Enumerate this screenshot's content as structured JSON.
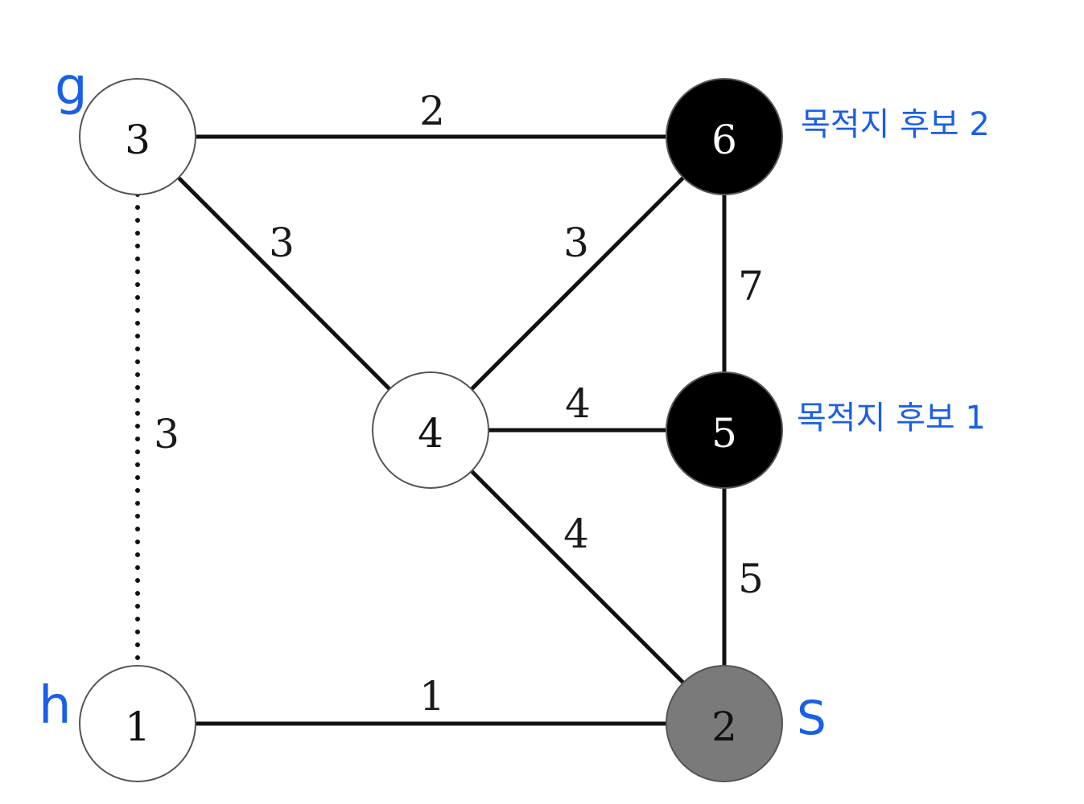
{
  "graph": {
    "colors": {
      "edge": "#111111",
      "white_node": "#ffffff",
      "black_node": "#000000",
      "gray_node": "#7a7a7a",
      "annotation": "#1a5fe6"
    },
    "nodes": [
      {
        "id": "g",
        "label": "3",
        "fill": "white"
      },
      {
        "id": "n6",
        "label": "6",
        "fill": "black"
      },
      {
        "id": "n4",
        "label": "4",
        "fill": "white"
      },
      {
        "id": "n5",
        "label": "5",
        "fill": "black"
      },
      {
        "id": "h",
        "label": "1",
        "fill": "white"
      },
      {
        "id": "s",
        "label": "2",
        "fill": "gray"
      }
    ],
    "edges": [
      {
        "from": "g",
        "to": "n6",
        "weight": "2",
        "style": "solid"
      },
      {
        "from": "g",
        "to": "n4",
        "weight": "3",
        "style": "solid"
      },
      {
        "from": "n4",
        "to": "n6",
        "weight": "3",
        "style": "solid"
      },
      {
        "from": "n6",
        "to": "n5",
        "weight": "7",
        "style": "solid"
      },
      {
        "from": "n4",
        "to": "n5",
        "weight": "4",
        "style": "solid"
      },
      {
        "from": "n4",
        "to": "s",
        "weight": "4",
        "style": "solid"
      },
      {
        "from": "n5",
        "to": "s",
        "weight": "5",
        "style": "solid"
      },
      {
        "from": "g",
        "to": "h",
        "weight": "3",
        "style": "dotted"
      },
      {
        "from": "h",
        "to": "s",
        "weight": "1",
        "style": "solid"
      }
    ],
    "annotations": [
      {
        "id": "g-letter",
        "text": "g"
      },
      {
        "id": "h-letter",
        "text": "h"
      },
      {
        "id": "s-letter",
        "text": "S"
      },
      {
        "id": "candidate-2",
        "text": "목적지 후보 2"
      },
      {
        "id": "candidate-1",
        "text": "목적지 후보 1"
      }
    ]
  }
}
